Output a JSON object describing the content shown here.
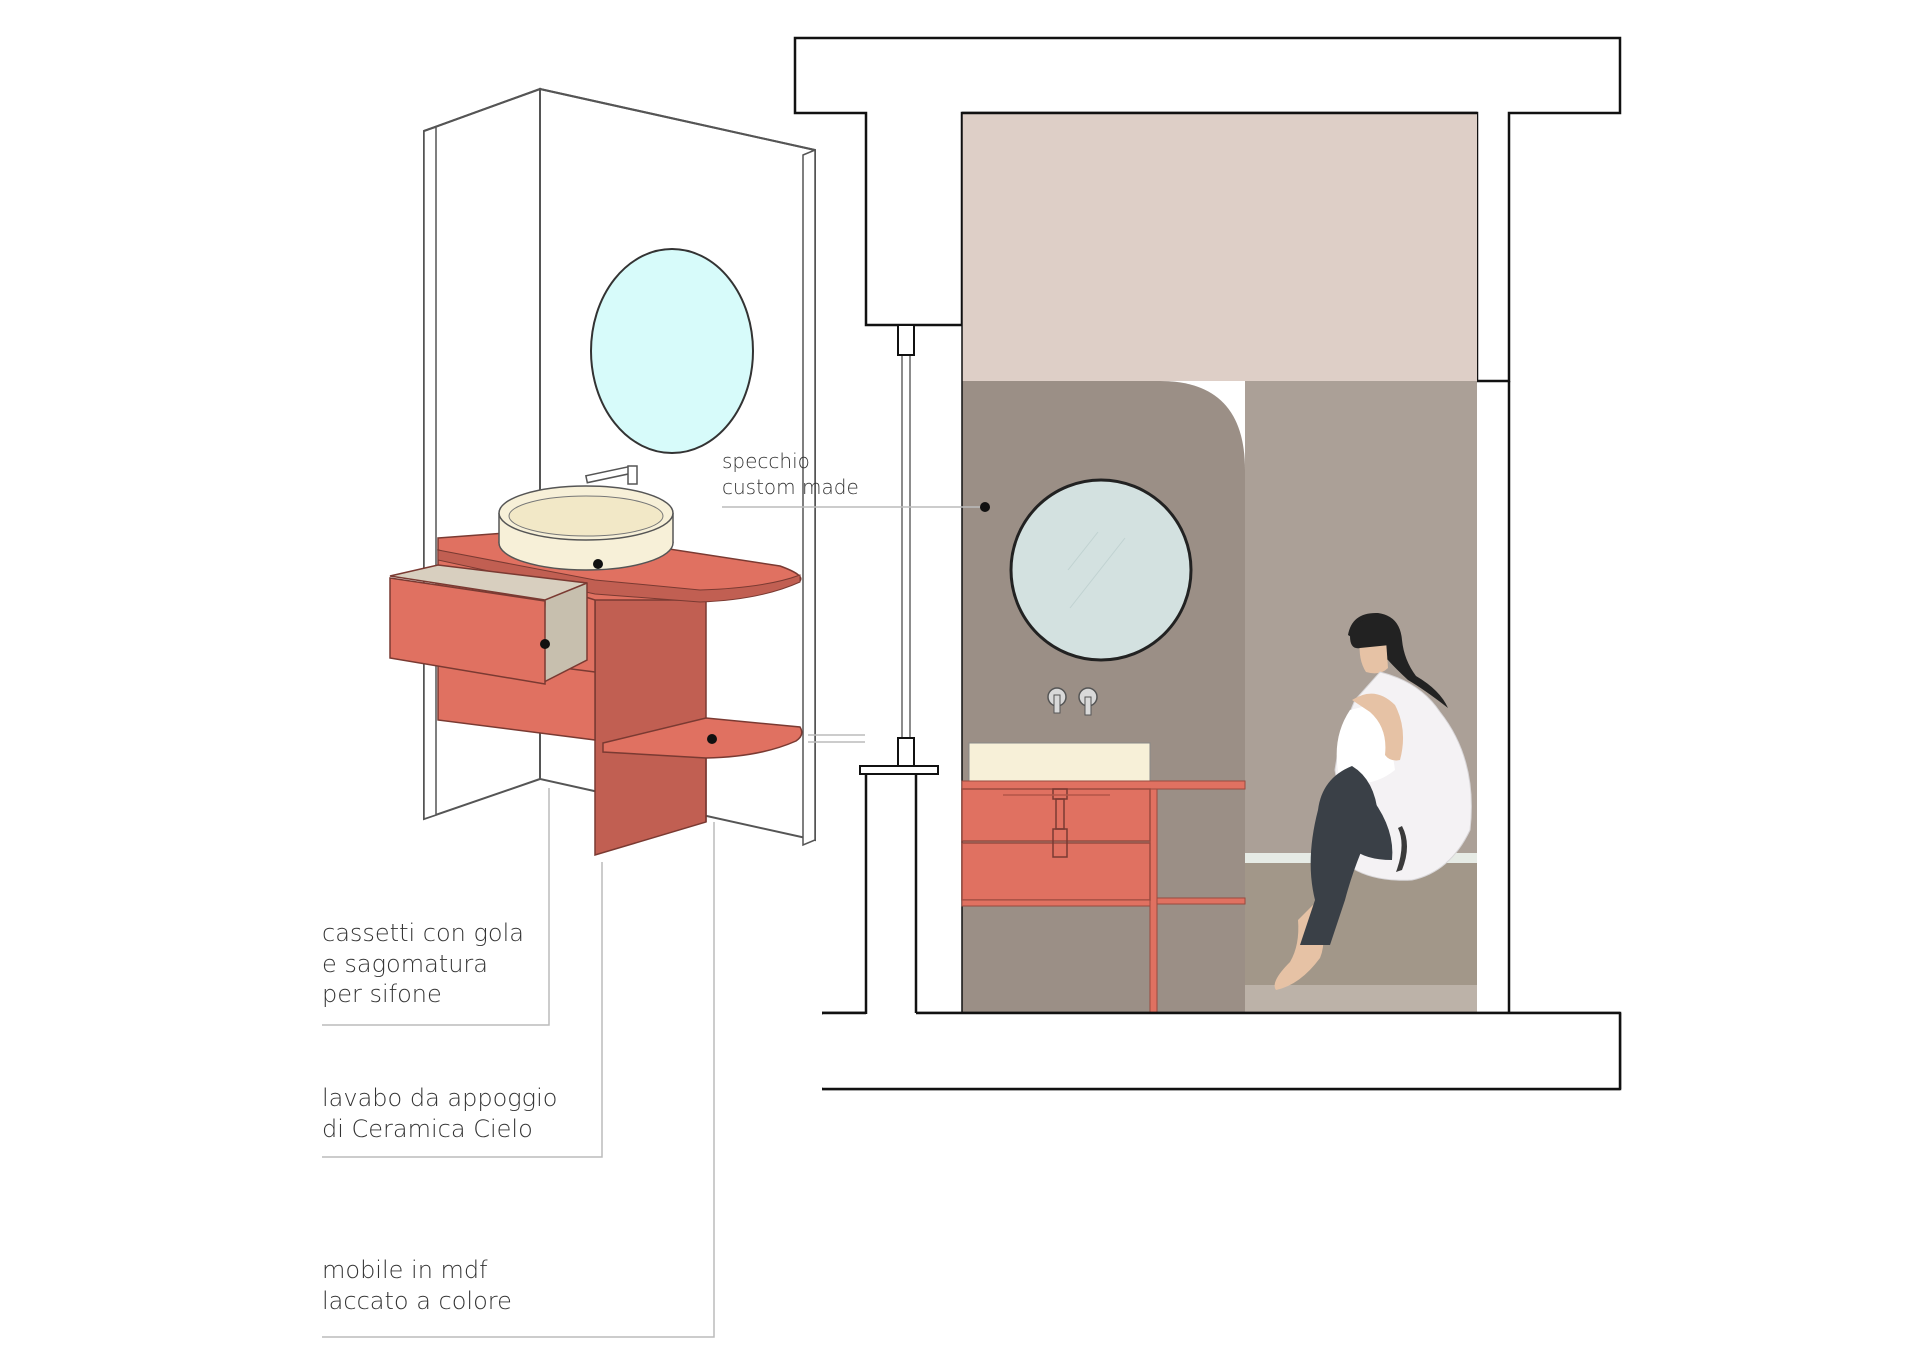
{
  "annotations": {
    "mirror": {
      "lines": [
        "specchio",
        "custom made"
      ]
    },
    "drawers": {
      "lines": [
        "cassetti con gola",
        "e sagomatura",
        "per sifone"
      ]
    },
    "basin": {
      "lines": [
        "lavabo da appoggio",
        "di Ceramica Cielo"
      ]
    },
    "cabinet": {
      "lines": [
        "mobile in mdf",
        "laccato a colore"
      ]
    }
  },
  "colors": {
    "lacquer": "#e07161",
    "lacquer_dark": "#c15f52",
    "basin": "#f7f0d8",
    "mirror_axon": "#d7fbfa",
    "mirror_section": "#d3e1e0",
    "wall_upper": "#decfc7",
    "wall_lower": "#9b8f86",
    "bench_wall": "#aba097",
    "leader": "#bbbbbb"
  },
  "icons": [
    "faucet-icon",
    "person-figure-icon",
    "wall-mixer-icon",
    "siphon-icon"
  ]
}
